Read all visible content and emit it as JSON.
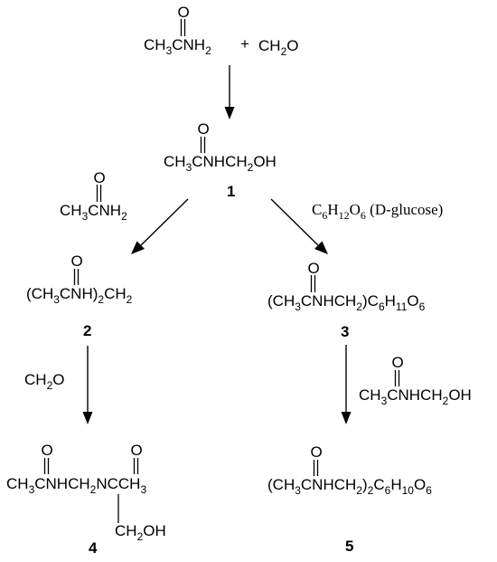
{
  "reactants": {
    "acetamide": [
      "CH",
      "3",
      "CNH",
      "2"
    ],
    "plus": "+",
    "formaldehyde": [
      "CH",
      "2",
      "O"
    ]
  },
  "compound_1": {
    "formula": [
      "CH",
      "3",
      "CNHCH",
      "2",
      "OH"
    ],
    "label": "1"
  },
  "reagent_acetamide": [
    "CH",
    "3",
    "CNH",
    "2"
  ],
  "reagent_glucose": [
    "C",
    "6",
    "H",
    "12",
    "O",
    "6",
    " (D-glucose)"
  ],
  "compound_2": {
    "formula": [
      "(CH",
      "3",
      "CNH)",
      "2",
      "CH",
      "2"
    ],
    "label": "2"
  },
  "compound_3": {
    "formula": [
      "(CH",
      "3",
      "CNHCH",
      "2",
      ")C",
      "6",
      "H",
      "11",
      "O",
      "6"
    ],
    "label": "3"
  },
  "reagent_formaldehyde": [
    "CH",
    "2",
    "O"
  ],
  "reagent_methylol": [
    "CH",
    "3",
    "CNHCH",
    "2",
    "OH"
  ],
  "compound_4": {
    "formula": [
      "CH",
      "3",
      "CNHCH",
      "2",
      "NCCH",
      "3"
    ],
    "branch": [
      "CH",
      "2",
      "OH"
    ],
    "label": "4"
  },
  "compound_5": {
    "formula": [
      "(CH",
      "3",
      "CNHCH",
      "2",
      ")",
      "2",
      "C",
      "6",
      "H",
      "10",
      "O",
      "6"
    ],
    "label": "5"
  },
  "carbonyl_oxygen": "O"
}
